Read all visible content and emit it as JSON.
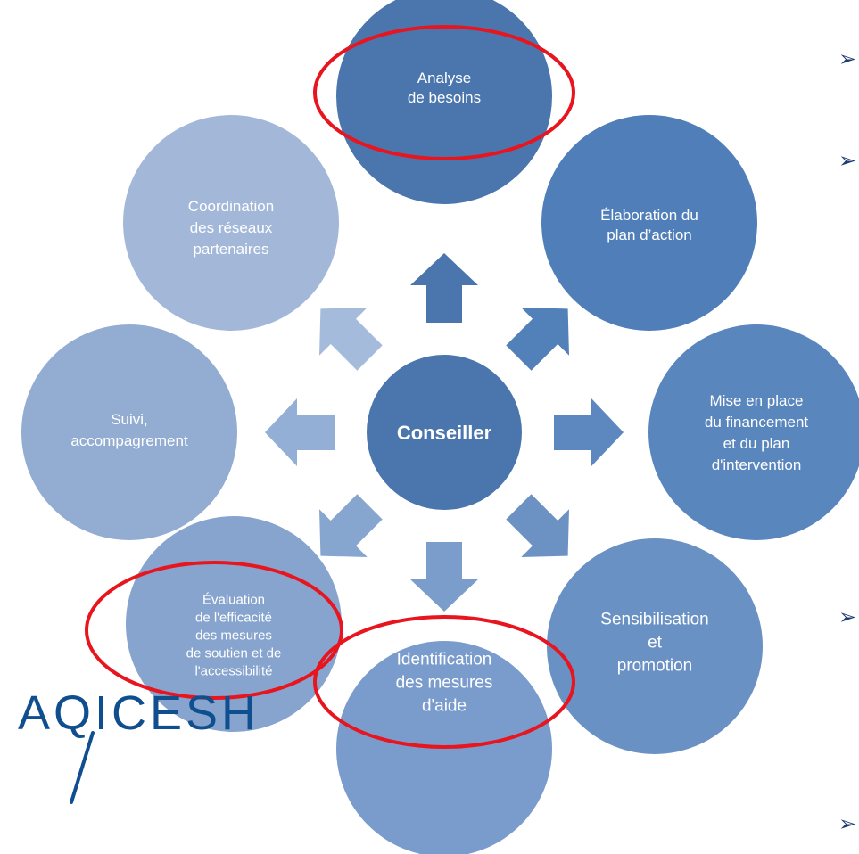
{
  "center": {
    "label": "Conseiller",
    "color": "#4a76ad"
  },
  "nodes": [
    {
      "id": "analyse",
      "lines": [
        "Analyse",
        "de besoins"
      ],
      "color": "#4a76ad",
      "highlighted": true
    },
    {
      "id": "elaboration",
      "lines": [
        "Élaboration du",
        "plan d’action"
      ],
      "color": "#4f7eb9",
      "highlighted": false
    },
    {
      "id": "financement",
      "lines": [
        "Mise en place",
        "du financement",
        "et du plan",
        "d'intervention"
      ],
      "color": "#5a86be",
      "highlighted": false
    },
    {
      "id": "sensibilisation",
      "lines": [
        "Sensibilisation",
        "et",
        "promotion"
      ],
      "color": "#6a91c3",
      "highlighted": false
    },
    {
      "id": "identification",
      "lines": [
        "Identification",
        "des mesures",
        "d'aide"
      ],
      "color": "#7a9ccc",
      "highlighted": true
    },
    {
      "id": "evaluation",
      "lines": [
        "Évaluation",
        "de l'efficacité",
        "des mesures",
        "de soutien et de",
        "l'accessibilité"
      ],
      "color": "#86a4cd",
      "highlighted": true
    },
    {
      "id": "suivi",
      "lines": [
        "Suivi,",
        "accompagrement"
      ],
      "color": "#93acd2",
      "highlighted": false
    },
    {
      "id": "coordination",
      "lines": [
        "Coordination",
        "des réseaux",
        "partenaires"
      ],
      "color": "#a3b8d9",
      "highlighted": false
    }
  ],
  "arrows": [
    {
      "direction": "up",
      "color": "#4a76ad"
    },
    {
      "direction": "up-right",
      "color": "#5280b8"
    },
    {
      "direction": "right",
      "color": "#5d88bf"
    },
    {
      "direction": "down-right",
      "color": "#6c92c4"
    },
    {
      "direction": "down",
      "color": "#7a9dcb"
    },
    {
      "direction": "down-left",
      "color": "#86a6cf"
    },
    {
      "direction": "left",
      "color": "#94afd5"
    },
    {
      "direction": "up-left",
      "color": "#a4bbdb"
    }
  ],
  "highlight_color": "#e8141e",
  "bullet_glyph": "➢",
  "logo": {
    "text": "AQICESH",
    "color": "#0f4f8f"
  }
}
